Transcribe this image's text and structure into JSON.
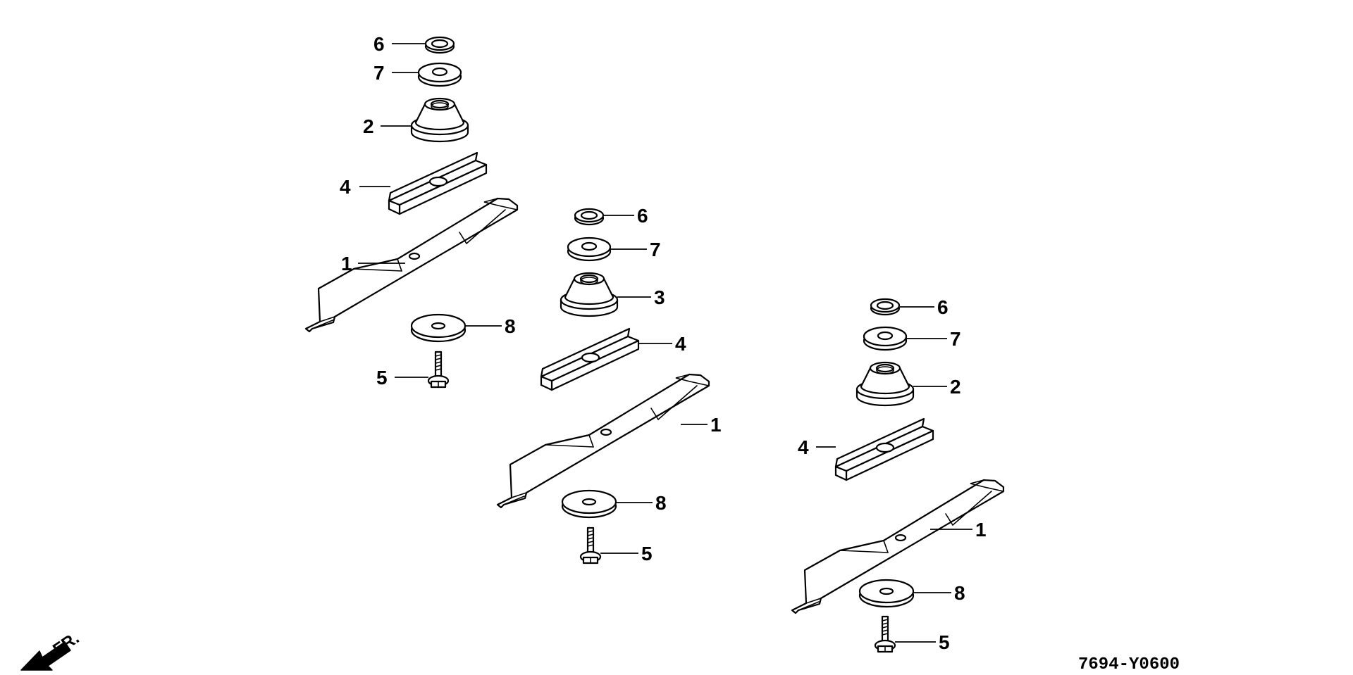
{
  "diagram": {
    "callout_labels": {
      "blade": "1",
      "holder_a": "2",
      "holder_b": "3",
      "plate": "4",
      "bolt": "5",
      "nut": "6",
      "washer": "7",
      "washer_large": "8"
    },
    "direction_label": "FR.",
    "drawing_code": "7694-Y0600"
  }
}
